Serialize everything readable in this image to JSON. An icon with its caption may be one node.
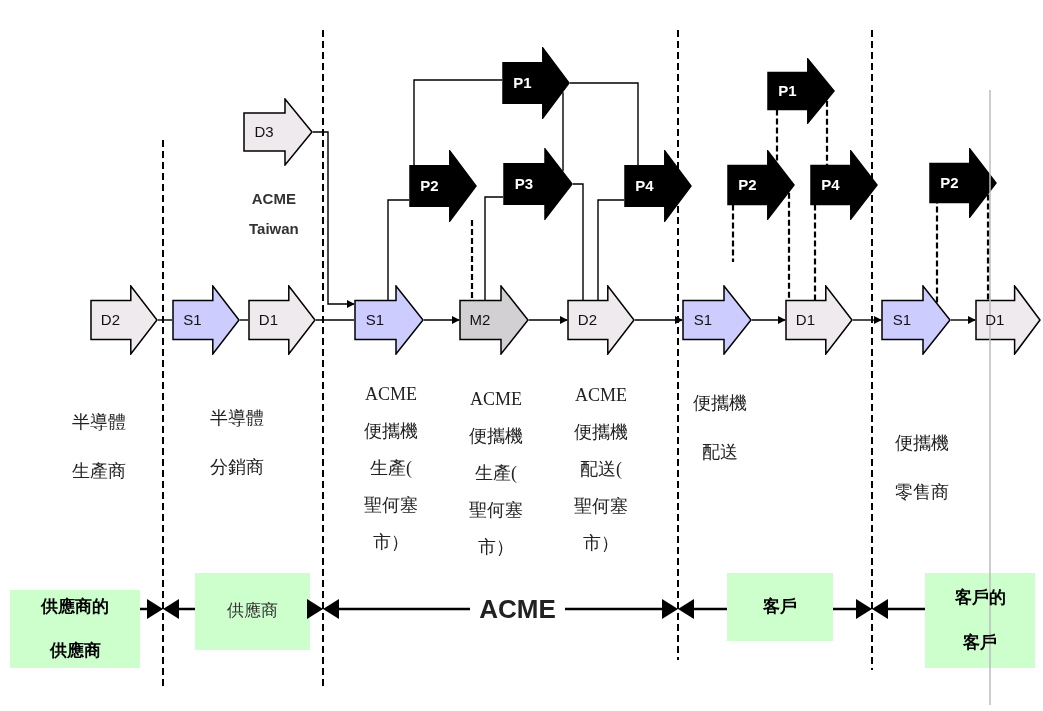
{
  "diagram": {
    "nodes": [
      {
        "text": [
          "D2"
        ]
      },
      {
        "text": [
          "S1"
        ]
      },
      {
        "text": [
          "D1"
        ]
      },
      {
        "text": [
          "D3"
        ],
        "beside": [
          "ACME Taiwan"
        ]
      },
      {
        "text": [
          "S1"
        ]
      },
      {
        "text": [
          "P2"
        ]
      },
      {
        "text": [
          "P1"
        ]
      },
      {
        "text": [
          "M2"
        ]
      },
      {
        "text": [
          "P3"
        ]
      },
      {
        "text": [
          "D2"
        ]
      },
      {
        "text": [
          "P4"
        ]
      },
      {
        "text": [
          "S1"
        ]
      },
      {
        "text": [
          "P2"
        ]
      },
      {
        "text": [
          "P1"
        ]
      },
      {
        "text": [
          "D1"
        ]
      },
      {
        "text": [
          "P4"
        ]
      },
      {
        "text": [
          "S1"
        ]
      },
      {
        "text": [
          "P2"
        ]
      },
      {
        "text": [
          "D1"
        ]
      },
      {
        "text": [
          "供應商的供應商"
        ]
      },
      {
        "text": [
          "供應商"
        ]
      },
      {
        "text": [
          "客戶"
        ]
      },
      {
        "text": [
          "客戶的客戶"
        ]
      }
    ],
    "edges": [
      {
        "from": 0,
        "to": 1,
        "arrow": "none"
      },
      {
        "from": 1,
        "to": 2,
        "arrow": "none"
      },
      {
        "from": 2,
        "to": 4,
        "arrow": "none"
      },
      {
        "from": 3,
        "to": 4,
        "arrow": "to"
      },
      {
        "from": 4,
        "to": 7,
        "arrow": "to"
      },
      {
        "from": 7,
        "to": 9,
        "arrow": "to"
      },
      {
        "from": 9,
        "to": 11,
        "arrow": "to"
      },
      {
        "from": 11,
        "to": 14,
        "arrow": "to"
      },
      {
        "from": 14,
        "to": 16,
        "arrow": "to"
      },
      {
        "from": 16,
        "to": 18,
        "arrow": "to"
      },
      {
        "from": 4,
        "to": 5,
        "arrow": "none"
      },
      {
        "from": 5,
        "to": 6,
        "arrow": "none"
      },
      {
        "from": 6,
        "to": 10,
        "arrow": "none"
      },
      {
        "from": 6,
        "to": 8,
        "arrow": "none"
      },
      {
        "from": 7,
        "to": 8,
        "arrow": "none"
      },
      {
        "from": 8,
        "to": 9,
        "arrow": "none"
      },
      {
        "from": 9,
        "to": 10,
        "arrow": "none"
      },
      {
        "from": null,
        "to": 7,
        "arrow": "none",
        "style": "dashed"
      },
      {
        "from": 13,
        "to": 12,
        "arrow": "none",
        "style": "dashed"
      },
      {
        "from": 13,
        "to": 15,
        "arrow": "none",
        "style": "dashed"
      },
      {
        "from": 12,
        "to": null,
        "arrow": "none",
        "style": "dashed"
      },
      {
        "from": 12,
        "to": 14,
        "arrow": "none",
        "style": "dashed"
      },
      {
        "from": 15,
        "to": 14,
        "arrow": "none",
        "style": "dashed"
      },
      {
        "from": 16,
        "to": 17,
        "arrow": "none",
        "style": "dashed"
      },
      {
        "from": 17,
        "to": 18,
        "arrow": "none",
        "style": "dashed"
      }
    ],
    "labels": [
      "半導體生產商",
      "半導體分銷商",
      "ACME便攜機生產(聖何塞市）",
      "ACME便攜機生產(聖何塞市）",
      "ACME便攜機配送(聖何塞市）",
      "便攜機配送",
      "便攜機零售商",
      "ACME"
    ]
  }
}
